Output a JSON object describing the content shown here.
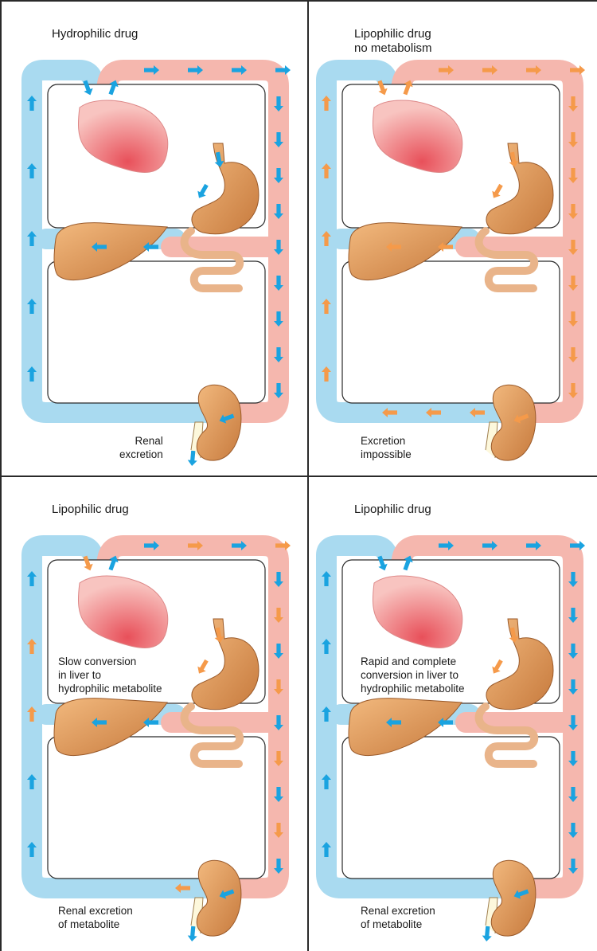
{
  "panels": [
    {
      "title": "Hydrophilic drug",
      "caption": "Renal\nexcretion",
      "middle_note": ""
    },
    {
      "title": "Lipophilic drug\nno metabolism",
      "caption": "Excretion\nimpossible",
      "middle_note": ""
    },
    {
      "title": "Lipophilic drug",
      "caption": "Renal excretion\nof metabolite",
      "middle_note": "Slow conversion\nin liver to\nhydrophilic metabolite"
    },
    {
      "title": "Lipophilic drug",
      "caption": "Renal excretion\nof metabolite",
      "middle_note": "Rapid and complete\nconversion in liver to\nhydrophilic metabolite"
    }
  ],
  "colors": {
    "vein": "#a9daf0",
    "vein_edge": "#3b9fd1",
    "artery": "#f5b7ae",
    "artery_edge": "#d9776c",
    "heart": "#f08a8a",
    "organ": "#e4a26a",
    "organ_edge": "#9a5a2a",
    "arrow_blue": "#1aa3e0",
    "arrow_orange": "#f59a4a"
  },
  "icons": [
    "heart-icon",
    "liver-icon",
    "stomach-icon",
    "intestine-icon",
    "kidney-icon",
    "flow-arrow-icon"
  ]
}
